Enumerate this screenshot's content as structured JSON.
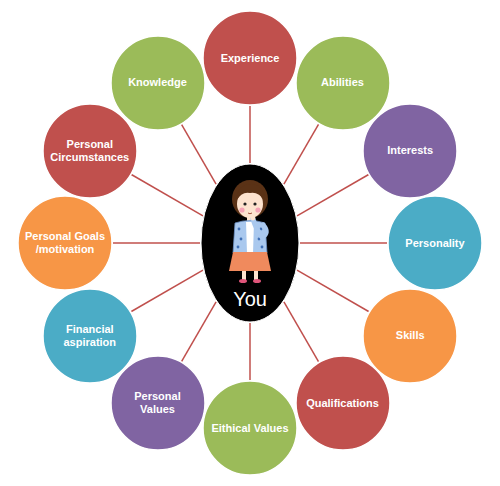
{
  "diagram": {
    "nodes": [
      {
        "text": [
          "You"
        ]
      },
      {
        "text": [
          "Experience"
        ]
      },
      {
        "text": [
          "Abilities"
        ]
      },
      {
        "text": [
          "Interests"
        ]
      },
      {
        "text": [
          "Personality"
        ]
      },
      {
        "text": [
          "Skills"
        ]
      },
      {
        "text": [
          "Qualifications"
        ]
      },
      {
        "text": [
          "Eithical Values"
        ]
      },
      {
        "text": [
          "Personal Values"
        ]
      },
      {
        "text": [
          "Financial aspiration"
        ]
      },
      {
        "text": [
          "Personal Goals /motivation"
        ]
      },
      {
        "text": [
          "Personal Circumstances"
        ]
      },
      {
        "text": [
          "Knowledge"
        ]
      }
    ],
    "edges": [
      {
        "from": 0,
        "to": 1,
        "arrow": "none"
      },
      {
        "from": 0,
        "to": 2,
        "arrow": "none"
      },
      {
        "from": 0,
        "to": 3,
        "arrow": "none"
      },
      {
        "from": 0,
        "to": 4,
        "arrow": "none"
      },
      {
        "from": 0,
        "to": 5,
        "arrow": "none"
      },
      {
        "from": 0,
        "to": 6,
        "arrow": "none"
      },
      {
        "from": 0,
        "to": 7,
        "arrow": "none"
      },
      {
        "from": 0,
        "to": 8,
        "arrow": "none"
      },
      {
        "from": 0,
        "to": 9,
        "arrow": "none"
      },
      {
        "from": 0,
        "to": 10,
        "arrow": "none"
      },
      {
        "from": 0,
        "to": 11,
        "arrow": "none"
      },
      {
        "from": 0,
        "to": 12,
        "arrow": "none"
      }
    ]
  }
}
